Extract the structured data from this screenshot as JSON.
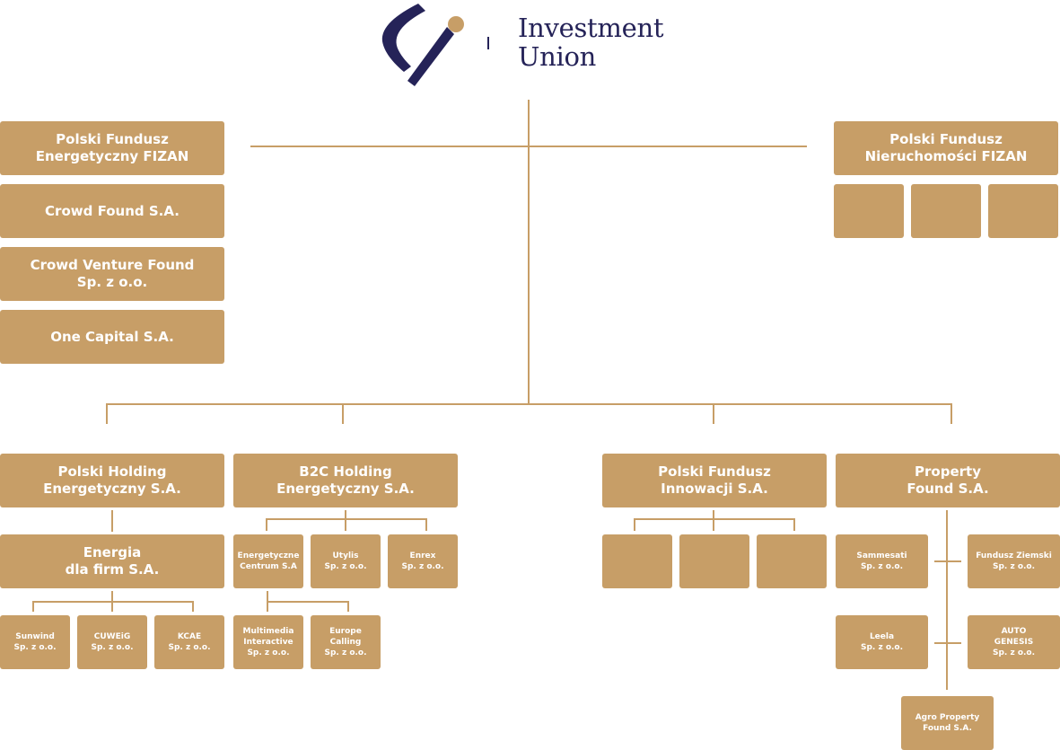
{
  "brand": {
    "name": "Investment\nUnion",
    "colors": {
      "navy": "#252358",
      "gold": "#c79e67"
    }
  },
  "left_column": [
    "Polski Fundusz\nEnergetyczny FIZAN",
    "Crowd Found S.A.",
    "Crowd Venture Found\nSp. z o.o.",
    "One Capital S.A."
  ],
  "right_top": {
    "title": "Polski Fundusz\nNieruchomości FIZAN"
  },
  "holdings": {
    "phe": {
      "title": "Polski Holding\nEnergetyczny S.A.",
      "child": "Energia\ndla firm S.A.",
      "grandchildren": [
        "Sunwind\nSp. z o.o.",
        "CUWEiG\nSp. z o.o.",
        "KCAE\nSp. z o.o."
      ]
    },
    "b2c": {
      "title": "B2C Holding\nEnergetyczny S.A.",
      "children": [
        "Energetyczne\nCentrum S.A",
        "Utylis\nSp. z o.o.",
        "Enrex\nSp. z o.o."
      ],
      "grandchildren": [
        "Multimedia\nInteractive\nSp. z o.o.",
        "Europe\nCalling\nSp. z o.o."
      ]
    },
    "pfi": {
      "title": "Polski Fundusz\nInnowacji S.A."
    },
    "pf": {
      "title": "Property\nFound S.A.",
      "children": [
        "Sammesati\nSp. z o.o.",
        "Fundusz Ziemski\nSp. z o.o.",
        "Leela\nSp. z o.o.",
        "AUTO\nGENESIS\nSp. z o.o.",
        "Agro Property\nFound S.A."
      ]
    }
  }
}
